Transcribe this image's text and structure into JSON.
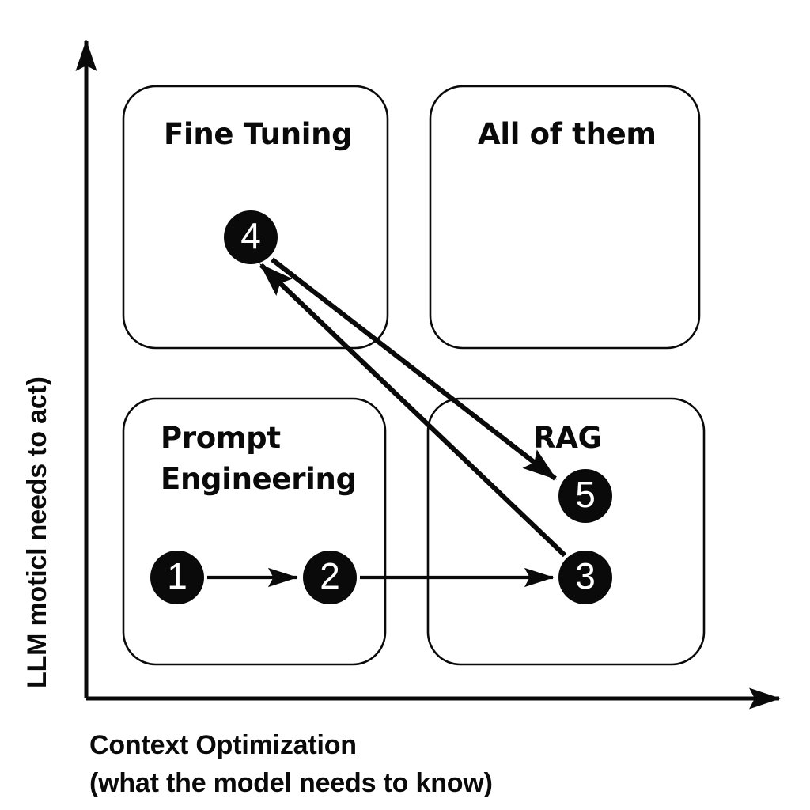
{
  "diagram": {
    "type": "quadrant-matrix",
    "background_color": "#ffffff",
    "ink_color": "#0a0a0a",
    "node_text_color": "#ffffff",
    "axes": {
      "y_label": "LLM moticl needs to act)",
      "x_label_line1": "Context Optimization",
      "x_label_line2": "(what the model needs to know)",
      "y_arrow": "up-arrow-head",
      "x_arrow": "right-arrow-head"
    },
    "quadrants": [
      {
        "id": "fine-tuning",
        "label_line1": "Fine Tuning",
        "label_line2": "",
        "position": "top-left"
      },
      {
        "id": "all-of-them",
        "label_line1": "All of them",
        "label_line2": "",
        "position": "top-right"
      },
      {
        "id": "prompt-engineering",
        "label_line1": "Prompt",
        "label_line2": "Engineering",
        "position": "bottom-left"
      },
      {
        "id": "rag",
        "label_line1": "RAG",
        "label_line2": "",
        "position": "bottom-right"
      }
    ],
    "steps": [
      {
        "id": "step-1",
        "label": "1",
        "quadrant": "prompt-engineering"
      },
      {
        "id": "step-2",
        "label": "2",
        "quadrant": "prompt-engineering"
      },
      {
        "id": "step-3",
        "label": "3",
        "quadrant": "rag"
      },
      {
        "id": "step-4",
        "label": "4",
        "quadrant": "fine-tuning"
      },
      {
        "id": "step-5",
        "label": "5",
        "quadrant": "rag"
      }
    ],
    "connections": [
      {
        "id": "conn-1-2",
        "from": "1",
        "to": "2",
        "style": "horizontal"
      },
      {
        "id": "conn-2-3",
        "from": "2",
        "to": "3",
        "style": "horizontal"
      },
      {
        "id": "conn-3-4",
        "from": "3",
        "to": "4",
        "style": "diagonal-up-left"
      },
      {
        "id": "conn-4-5",
        "from": "4",
        "to": "5",
        "style": "diagonal-down-right"
      }
    ]
  }
}
